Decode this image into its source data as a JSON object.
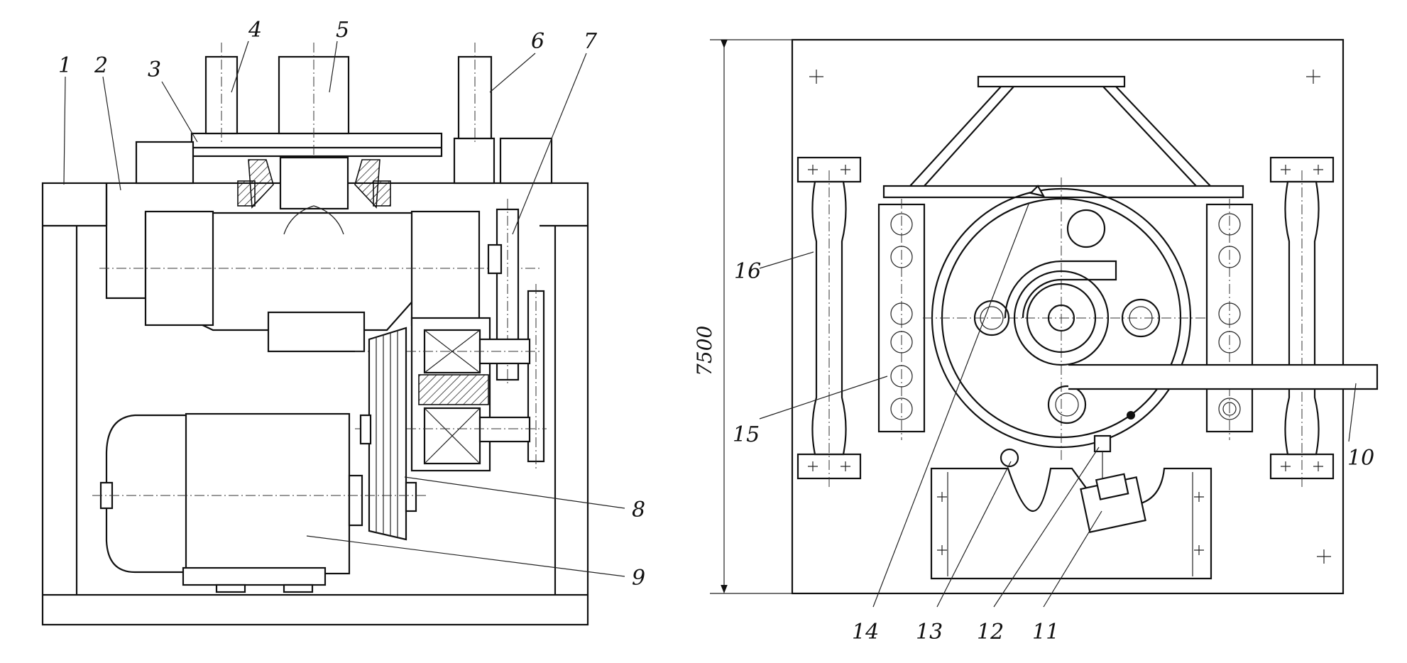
{
  "left_view": {
    "labels": [
      "1",
      "2",
      "3",
      "4",
      "5",
      "6",
      "7",
      "8",
      "9"
    ]
  },
  "right_view": {
    "labels": [
      "10",
      "11",
      "12",
      "13",
      "14",
      "15",
      "16"
    ],
    "dimension": "7500"
  }
}
